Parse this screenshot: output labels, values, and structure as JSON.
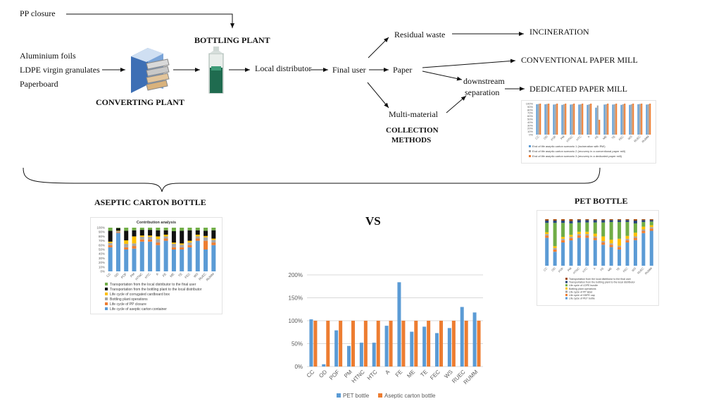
{
  "flow": {
    "pp_closure": "PP closure",
    "bottling_plant": "BOTTLING PLANT",
    "aluminium_foils": "Aluminium  foils",
    "ldpe": "LDPE virgin granulates",
    "paperboard": "Paperboard",
    "converting_plant": "CONVERTING PLANT",
    "local_distributor": "Local distributor",
    "final_user": "Final user",
    "residual_waste": "Residual  waste",
    "paper": "Paper",
    "multi_material": "Multi-material",
    "collection_methods_1": "COLLECTION",
    "collection_methods_2": "METHODS",
    "downstream_1": "downstream",
    "downstream_2": "separation",
    "incineration": "INCINERATION",
    "conventional_mill": "CONVENTIONAL PAPER MILL",
    "dedicated_mill": "DEDICATED  PAPER MILL",
    "carton_label": "ASEPTIC  CARTON BOTTLE",
    "pet_label": "PET BOTTLE",
    "vs": "VS"
  },
  "categories": [
    "CC",
    "OD",
    "POF",
    "PM",
    "HTNC",
    "HTC",
    "A",
    "FE",
    "ME",
    "TE",
    "FEC",
    "WS",
    "RUEC",
    "RUMM"
  ],
  "carton_categories": [
    "CC",
    "OD",
    "POF",
    "PM",
    "HTNC",
    "HTC",
    "A",
    "FE",
    "ME",
    "TE",
    "FEC",
    "WS",
    "RUEC",
    "RUMM"
  ],
  "colors": {
    "blue": "#5b9bd5",
    "orange": "#ed7d31",
    "gray": "#a5a5a5",
    "yellow": "#ffc000",
    "black": "#111111",
    "green": "#70ad47",
    "dark_blue": "#264478"
  },
  "chart_data": [
    {
      "type": "bar",
      "name_hint": "main comparison",
      "categories": [
        "CC",
        "OD",
        "POF",
        "PM",
        "HTNC",
        "HTC",
        "A",
        "FE",
        "ME",
        "TE",
        "FEC",
        "WS",
        "RUEC",
        "RUMM"
      ],
      "series": [
        {
          "name": "PET bottle",
          "values": [
            103,
            5,
            79,
            45,
            52,
            52,
            89,
            184,
            76,
            87,
            73,
            84,
            130,
            118
          ]
        },
        {
          "name": "Aseptic carton bottle",
          "values": [
            100,
            100,
            100,
            100,
            100,
            100,
            100,
            100,
            100,
            100,
            100,
            100,
            100,
            100
          ]
        }
      ],
      "yticks": [
        "0%",
        "50%",
        "100%",
        "150%",
        "200%"
      ],
      "ylim": [
        0,
        200
      ]
    },
    {
      "type": "bar",
      "stacked": true,
      "title": "Contribution analysis",
      "yticks": [
        "0%",
        "10%",
        "20%",
        "30%",
        "40%",
        "50%",
        "60%",
        "70%",
        "80%",
        "90%",
        "100%"
      ],
      "categories": [
        "CC",
        "OD",
        "POF",
        "PM",
        "HTNC",
        "HTC",
        "A",
        "FE",
        "ME",
        "TE",
        "FEC",
        "WS",
        "RUEC",
        "RUMM"
      ],
      "series": [
        {
          "name": "Life cycle of aseptic carton container",
          "color": "#5b9bd5",
          "values": [
            55,
            88,
            50,
            52,
            68,
            68,
            60,
            70,
            50,
            50,
            55,
            70,
            50,
            60
          ]
        },
        {
          "name": "Life cycle of PP closure",
          "color": "#ed7d31",
          "values": [
            5,
            2,
            5,
            6,
            5,
            5,
            6,
            5,
            5,
            5,
            5,
            5,
            20,
            6
          ]
        },
        {
          "name": "Bottling plant operations",
          "color": "#a5a5a5",
          "values": [
            5,
            2,
            8,
            6,
            6,
            6,
            8,
            5,
            8,
            6,
            6,
            5,
            8,
            6
          ]
        },
        {
          "name": "Life cycle of corrugated cardboard box",
          "color": "#ffc000",
          "values": [
            3,
            1,
            8,
            16,
            3,
            3,
            6,
            4,
            3,
            3,
            4,
            4,
            3,
            3
          ]
        },
        {
          "name": "Transportation from the bottling plant to the local distributor",
          "color": "#111111",
          "values": [
            25,
            6,
            22,
            14,
            13,
            13,
            14,
            10,
            26,
            29,
            24,
            10,
            12,
            19
          ]
        },
        {
          "name": "Transportation from the local distributor to the final user",
          "color": "#70ad47",
          "values": [
            7,
            1,
            7,
            6,
            5,
            5,
            6,
            6,
            8,
            7,
            6,
            6,
            7,
            6
          ]
        }
      ]
    },
    {
      "type": "bar",
      "name_hint": "end of life scenarios",
      "yticks": [
        "0%",
        "10%",
        "20%",
        "30%",
        "40%",
        "50%",
        "60%",
        "70%",
        "80%",
        "90%",
        "100%"
      ],
      "categories": [
        "CC",
        "OD",
        "POF",
        "PM",
        "HTNC",
        "HTC",
        "A",
        "FE",
        "ME",
        "TE",
        "FEC",
        "WS",
        "RUEC",
        "RUMM"
      ],
      "series": [
        {
          "name": "End of life aseptic carton scenario 1 (incineration with RW)",
          "color": "#5b9bd5",
          "values": [
            98,
            98,
            97,
            96,
            97,
            97,
            96,
            87,
            97,
            97,
            96,
            96,
            98,
            97
          ]
        },
        {
          "name": "End of life aseptic carton scenario 2 (recovery in a conventional paper mill)",
          "color": "#a5a5a5",
          "values": [
            99,
            99,
            98,
            98,
            98,
            98,
            98,
            94,
            98,
            98,
            98,
            98,
            99,
            98
          ]
        },
        {
          "name": "End of life aseptic carton scenario 3 (recovery in a dedicated paper mill)",
          "color": "#ed7d31",
          "values": [
            100,
            100,
            100,
            100,
            100,
            100,
            100,
            48,
            100,
            100,
            100,
            100,
            100,
            100
          ]
        }
      ]
    },
    {
      "type": "bar",
      "stacked": true,
      "name_hint": "PET contribution",
      "categories": [
        "CC",
        "OD",
        "POF",
        "PM",
        "HTNC",
        "HTC",
        "A",
        "FE",
        "ME",
        "TE",
        "FEC",
        "WS",
        "RUEC",
        "RUMM"
      ],
      "series": [
        {
          "name": "Life cycle of PET bottle",
          "color": "#5b9bd5",
          "values": [
            60,
            30,
            50,
            55,
            60,
            60,
            55,
            45,
            40,
            35,
            50,
            55,
            70,
            75
          ]
        },
        {
          "name": "Life cycle of HDPE cap",
          "color": "#ed7d31",
          "values": [
            5,
            5,
            5,
            5,
            5,
            5,
            5,
            5,
            5,
            5,
            5,
            5,
            5,
            5
          ]
        },
        {
          "name": "Life cycle of PP label",
          "color": "#a5a5a5",
          "values": [
            3,
            3,
            3,
            3,
            3,
            3,
            3,
            3,
            3,
            3,
            3,
            3,
            3,
            3
          ]
        },
        {
          "name": "Bottling plant operations",
          "color": "#ffc000",
          "values": [
            4,
            4,
            4,
            4,
            5,
            5,
            6,
            10,
            8,
            15,
            6,
            8,
            6,
            4
          ]
        },
        {
          "name": "Life cycle of LDPE bundle",
          "color": "#70ad47",
          "values": [
            20,
            50,
            30,
            25,
            20,
            20,
            24,
            30,
            38,
            36,
            30,
            20,
            10,
            8
          ]
        },
        {
          "name": "Transportation from the bottling plant to the local distributor",
          "color": "#264478",
          "values": [
            5,
            5,
            5,
            5,
            5,
            5,
            5,
            5,
            4,
            4,
            4,
            6,
            4,
            3
          ]
        },
        {
          "name": "Transportation from the local distributor to the final user",
          "color": "#9e480e",
          "values": [
            3,
            3,
            3,
            4,
            2,
            2,
            2,
            2,
            2,
            2,
            2,
            3,
            2,
            2
          ]
        }
      ],
      "legend": [
        "Transportation from the local distributor to the final user",
        "Transportation from the bottling plant to the local distributor",
        "Life cycle of LDPE bundle",
        "Bottling plant operations",
        "Life cycle of PP label",
        "Life cycle of HDPE cap",
        "Life cycle of PET bottle"
      ]
    }
  ]
}
